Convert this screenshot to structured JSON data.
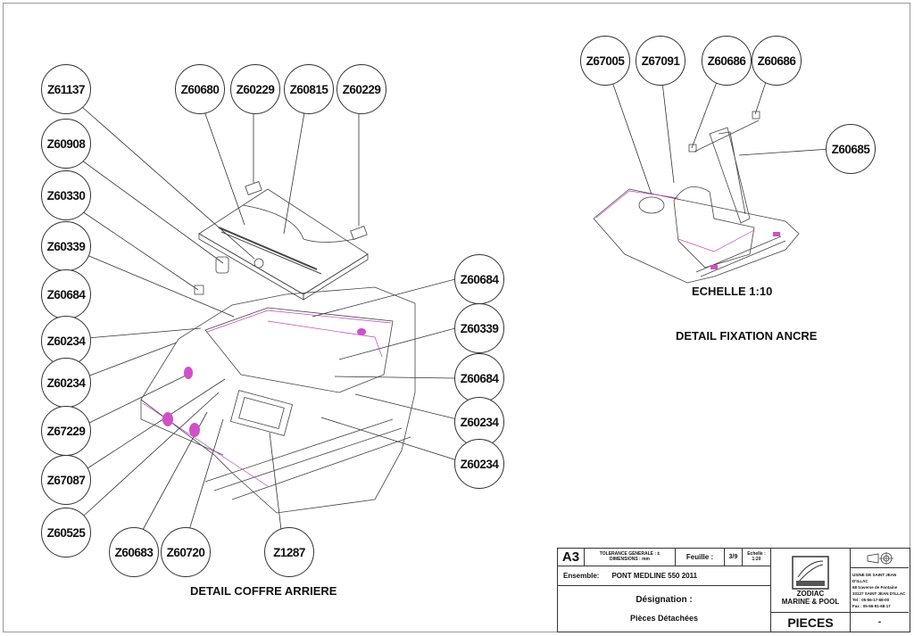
{
  "drawing": {
    "left_view_title": "DETAIL COFFRE ARRIERE",
    "right_view_title": "DETAIL FIXATION ANCRE",
    "right_view_scale": "ECHELLE 1:10",
    "colors": {
      "line": "#333333",
      "highlight": "#c040c0",
      "highlight_fill": "#d050c8"
    }
  },
  "callouts_left": [
    {
      "id": "Z61137"
    },
    {
      "id": "Z60908"
    },
    {
      "id": "Z60330"
    },
    {
      "id": "Z60339"
    },
    {
      "id": "Z60684"
    },
    {
      "id": "Z60234"
    },
    {
      "id": "Z60234"
    },
    {
      "id": "Z67229"
    },
    {
      "id": "Z67087"
    },
    {
      "id": "Z60525"
    }
  ],
  "callouts_top": [
    {
      "id": "Z60680"
    },
    {
      "id": "Z60229"
    },
    {
      "id": "Z60815"
    },
    {
      "id": "Z60229"
    }
  ],
  "callouts_right": [
    {
      "id": "Z60684"
    },
    {
      "id": "Z60339"
    },
    {
      "id": "Z60684"
    },
    {
      "id": "Z60234"
    },
    {
      "id": "Z60234"
    }
  ],
  "callouts_bottom": [
    {
      "id": "Z60683"
    },
    {
      "id": "Z60720"
    },
    {
      "id": "Z1287"
    }
  ],
  "callouts_anchor": [
    {
      "id": "Z67005"
    },
    {
      "id": "Z67091"
    },
    {
      "id": "Z60686"
    },
    {
      "id": "Z60686"
    },
    {
      "id": "Z60685"
    }
  ],
  "title_block": {
    "format": "A3",
    "tolerance_line1": "TOLERANCE GENERALE : ±",
    "tolerance_line2": "DIMENSIONS : mm",
    "sheet_label": "Feuille :",
    "sheet_value": "3/9",
    "scale_label": "Echelle :",
    "scale_value": "1:20",
    "assembly_label": "Ensemble:",
    "assembly_value": "PONT  MEDLINE 550 2011",
    "designation_label": "Désignation :",
    "designation_value": "Pièces Détachées",
    "company_logo": "ZODIAC",
    "company_name_line1": "ZODIAC",
    "company_name_line2": "MARINE & POOL",
    "doc_type": "PIECES",
    "revision": "-",
    "projection_icon": "first-angle-projection-icon",
    "address_lines": [
      "USINE DE SAINT JEAN D'ILLAC",
      "68 traverse de Fontaine",
      "33127 SAINT JEAN D'ILLAC",
      "Tel : 05-56-17-68-00",
      "Fax : 05-56-91-68-17"
    ]
  }
}
